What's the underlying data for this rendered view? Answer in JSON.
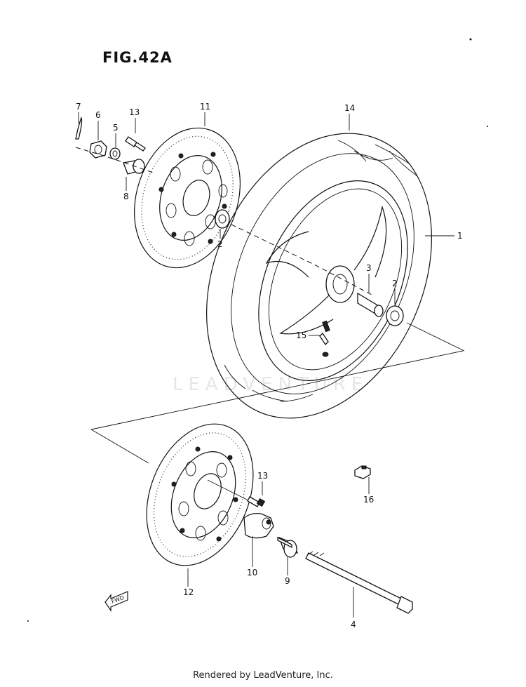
{
  "figure": {
    "title": "FIG.42A"
  },
  "watermark": "LEADVENTURE",
  "footer": "Rendered by LeadVenture, Inc.",
  "fwd_label": "FWD",
  "callouts": {
    "c1": "1",
    "c2a": "2",
    "c2b": "2",
    "c3": "3",
    "c4": "4",
    "c5": "5",
    "c6": "6",
    "c7": "7",
    "c8": "8",
    "c9": "9",
    "c10": "10",
    "c11": "11",
    "c12": "12",
    "c13a": "13",
    "c13b": "13",
    "c14": "14",
    "c15": "15",
    "c16": "16"
  }
}
